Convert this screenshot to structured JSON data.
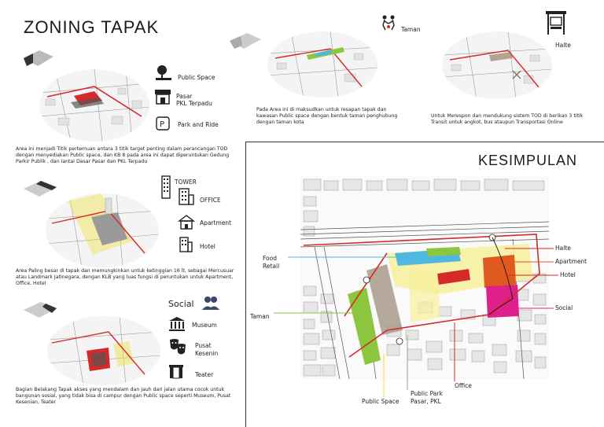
{
  "title": "ZONING TAPAK",
  "section1": {
    "legend": [
      {
        "label": "Public Space",
        "icon": "public-space-icon"
      },
      {
        "label": "Pasar\nPKL Terpadu",
        "icon": "store-icon"
      },
      {
        "label": "Park and Ride",
        "icon": "parking-icon"
      }
    ],
    "caption": "Area ini menjadi Titik pertemuan antara 3 titik target penting dalam perancangan TOD dengan menyediakan Public space, dan KB 8 pada area ini dapat diperuntukan Gedung Parkir Publik , dan lantai Dasar Pasar dan PKL Terpadu"
  },
  "section2": {
    "label": "Taman",
    "caption": "Pada Area ini di maksudkan untuk resapan tapak dan kawasan Public space dengan bentuk taman penghubung dengan taman kota"
  },
  "section3": {
    "label": "Halte",
    "caption": "Untuk Merespon dan mendukung sistem TOD di berikan 3 titik Transit untuk angkot, bus ataupun Transportasi Online"
  },
  "section4": {
    "legend": [
      {
        "label": "TOWER",
        "icon": "tower-icon"
      },
      {
        "label": "OFFICE",
        "icon": "office-icon"
      },
      {
        "label": "Apartment",
        "icon": "apartment-icon"
      },
      {
        "label": "Hotel",
        "icon": "hotel-icon"
      }
    ],
    "caption": "Area Paling besar di tapak dan memungkinkan untuk ketinggian 16 lt, sebagai Mercusuar atau Landmark Jatinegara, dengan KLB yang luas fungsi di peruntukan untuk Apartment,  Office, Hotel"
  },
  "section5": {
    "legend_title": "Social",
    "legend": [
      {
        "label": "Museum",
        "icon": "museum-icon"
      },
      {
        "label": "Pusat\nKesenin",
        "icon": "theater-masks-icon"
      },
      {
        "label": "Teater",
        "icon": "stage-icon"
      }
    ],
    "caption": "Bagian Belakang Tapak akses yang mendalam dan jauh dari jalan utama cocok untuk bangunan sosial, yang tidak bisa di campur dengan Public space seperti Museum, Pusat Kesenian, Teater"
  },
  "conclusion": {
    "title": "KESIMPULAN",
    "callouts": {
      "food_retail": "Food\nRetail",
      "taman": "Taman",
      "halte": "Halte",
      "apartment": "Apartment",
      "hotel": "Hotel",
      "social": "Social",
      "office": "Office",
      "public_park": "Public Park\nPasar, PKL",
      "public_space": "Public Space"
    },
    "colors": {
      "food_retail": "#4fb8e0",
      "taman": "#8cc63f",
      "halte": "#e02020",
      "apartment": "#e05a20",
      "hotel": "#d42a2a",
      "social": "#e0208a",
      "office": "#d42a2a",
      "public_park": "#a89a8a",
      "public_space": "#f2e14c"
    }
  }
}
